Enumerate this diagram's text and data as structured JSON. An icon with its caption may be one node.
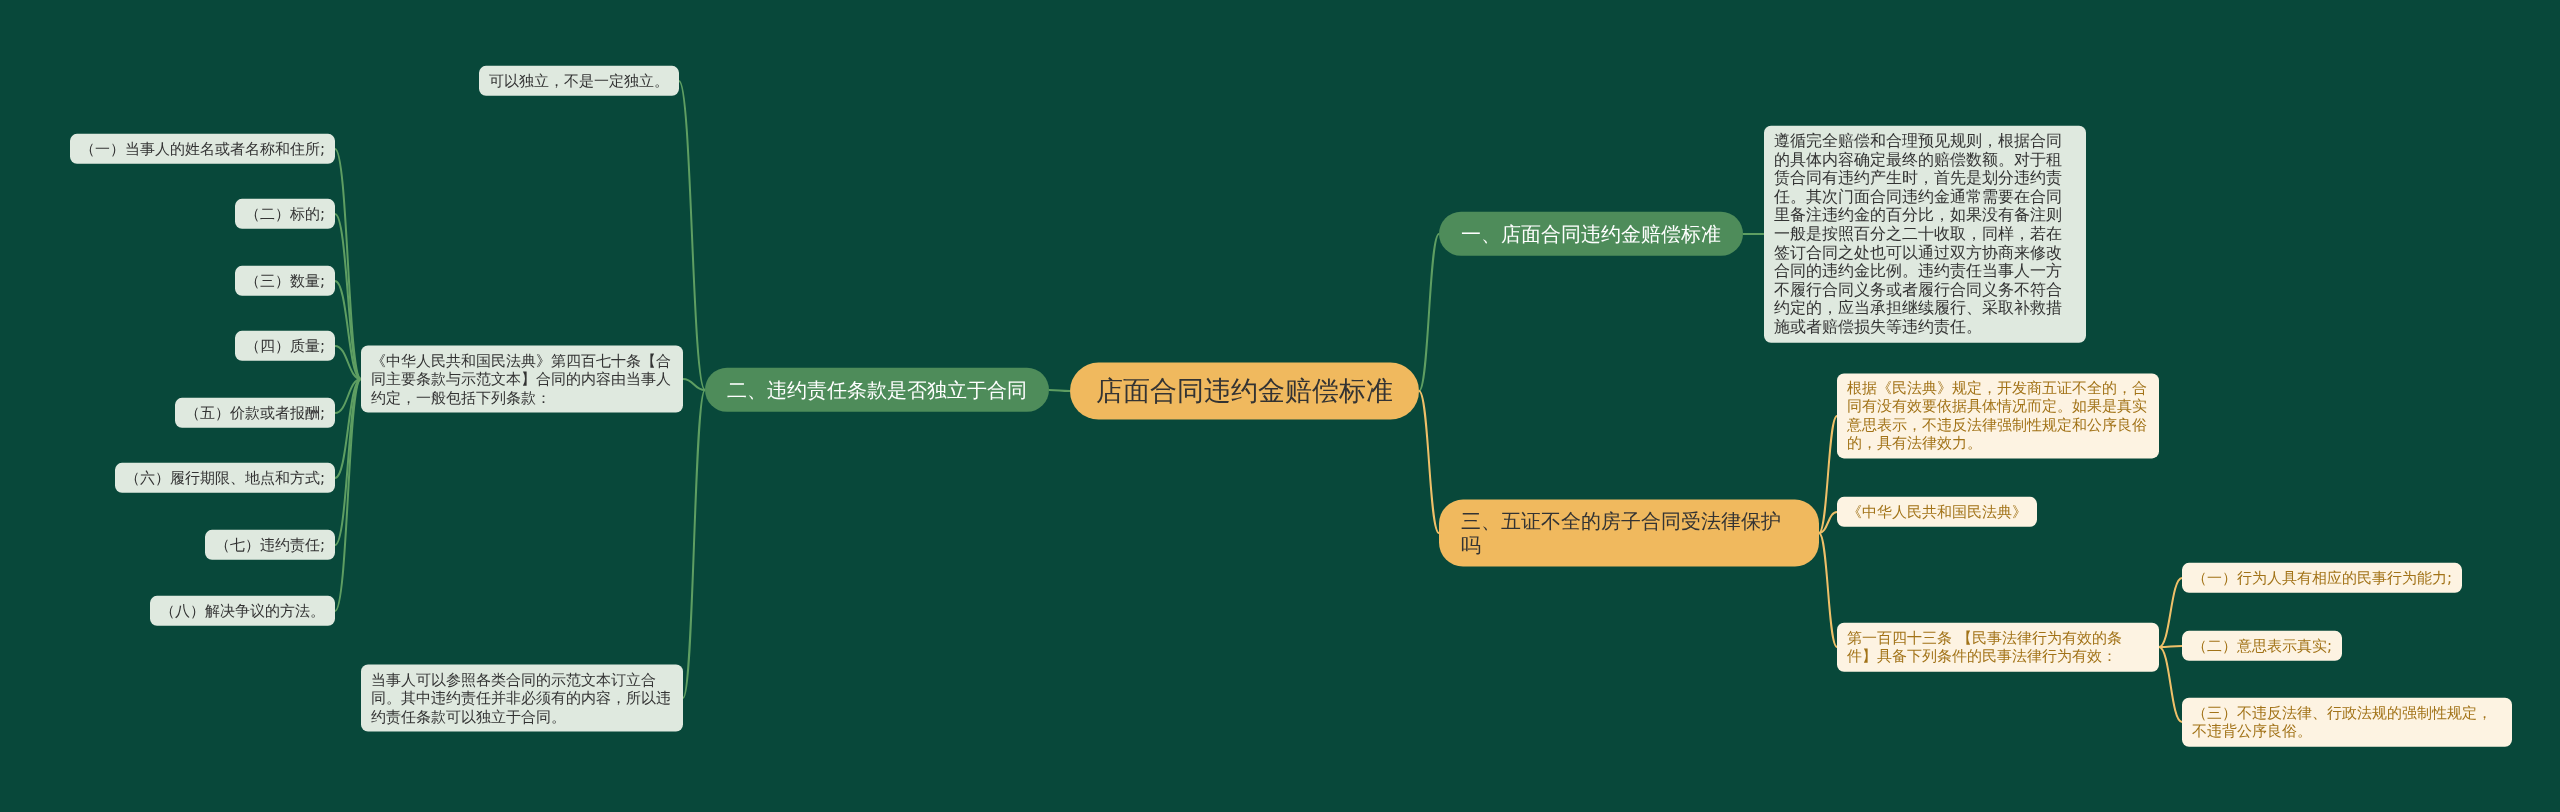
{
  "diagram": {
    "nodes": [
      {
        "text": [
          "店面合同违约金赔偿标准"
        ]
      },
      {
        "text": [
          "一、店面合同违约金赔偿标准"
        ]
      },
      {
        "text": [
          "遵循完全赔偿和合理预见规则，根据合同的具体内容确定最终的赔偿数额。对于租赁合同有违约产生时，首先是划分违约责任。其次门面合同违约金通常需要在合同里备注违约金的百分比，如果没有备注则一般是按照百分之二十收取，同样，若在签订合同之处也可以通过双方协商来修改合同的违约金比例。违约责任当事人一方不履行合同义务或者履行合同义务不符合约定的，应当承担继续履行、采取补救措施或者赔偿损失等违约责任。"
        ]
      },
      {
        "text": [
          "二、违约责任条款是否独立于合同"
        ]
      },
      {
        "text": [
          "可以独立，不是一定独立。"
        ]
      },
      {
        "text": [
          "《中华人民共和国民法典》第四百七十条【合同主要条款与示范文本】合同的内容由当事人约定，一般包括下列条款："
        ]
      },
      {
        "text": [
          "（一）当事人的姓名或者名称和住所;"
        ]
      },
      {
        "text": [
          "（二）标的;"
        ]
      },
      {
        "text": [
          "（三）数量;"
        ]
      },
      {
        "text": [
          "（四）质量;"
        ]
      },
      {
        "text": [
          "（五）价款或者报酬;"
        ]
      },
      {
        "text": [
          "（六）履行期限、地点和方式;"
        ]
      },
      {
        "text": [
          "（七）违约责任;"
        ]
      },
      {
        "text": [
          "（八）解决争议的方法。"
        ]
      },
      {
        "text": [
          "当事人可以参照各类合同的示范文本订立合同。其中违约责任并非必须有的内容，所以违约责任条款可以独立于合同。"
        ]
      },
      {
        "text": [
          "三、五证不全的房子合同受法律保护吗"
        ]
      },
      {
        "text": [
          "根据《民法典》规定，开发商五证不全的，合同有没有效要依据具体情况而定。如果是真实意思表示，不违反法律强制性规定和公序良俗的，具有法律效力。"
        ]
      },
      {
        "text": [
          "《中华人民共和国民法典》"
        ]
      },
      {
        "text": [
          "第一百四十三条 【民事法律行为有效的条件】具备下列条件的民事法律行为有效："
        ]
      },
      {
        "text": [
          "（一）行为人具有相应的民事行为能力;"
        ]
      },
      {
        "text": [
          "（二）意思表示真实;"
        ]
      },
      {
        "text": [
          "（三）不违反法律、行政法规的强制性规定，不违背公序良俗。"
        ]
      }
    ],
    "edges": [
      {
        "from": 0,
        "to": 1,
        "arrow": "none"
      },
      {
        "from": 1,
        "to": 2,
        "arrow": "none"
      },
      {
        "from": 0,
        "to": 3,
        "arrow": "none"
      },
      {
        "from": 3,
        "to": 4,
        "arrow": "none"
      },
      {
        "from": 3,
        "to": 5,
        "arrow": "none"
      },
      {
        "from": 5,
        "to": 6,
        "arrow": "none"
      },
      {
        "from": 5,
        "to": 7,
        "arrow": "none"
      },
      {
        "from": 5,
        "to": 8,
        "arrow": "none"
      },
      {
        "from": 5,
        "to": 9,
        "arrow": "none"
      },
      {
        "from": 5,
        "to": 10,
        "arrow": "none"
      },
      {
        "from": 5,
        "to": 11,
        "arrow": "none"
      },
      {
        "from": 5,
        "to": 12,
        "arrow": "none"
      },
      {
        "from": 5,
        "to": 13,
        "arrow": "none"
      },
      {
        "from": 3,
        "to": 14,
        "arrow": "none"
      },
      {
        "from": 0,
        "to": 15,
        "arrow": "none",
        "color": "#efc069"
      },
      {
        "from": 15,
        "to": 16,
        "arrow": "none",
        "color": "#efc069"
      },
      {
        "from": 15,
        "to": 17,
        "arrow": "none",
        "color": "#efc069"
      },
      {
        "from": 15,
        "to": 18,
        "arrow": "none",
        "color": "#efc069"
      },
      {
        "from": 18,
        "to": 19,
        "arrow": "none",
        "color": "#efc069"
      },
      {
        "from": 18,
        "to": 20,
        "arrow": "none",
        "color": "#efc069"
      },
      {
        "from": 18,
        "to": 21,
        "arrow": "none",
        "color": "#efc069"
      }
    ]
  }
}
